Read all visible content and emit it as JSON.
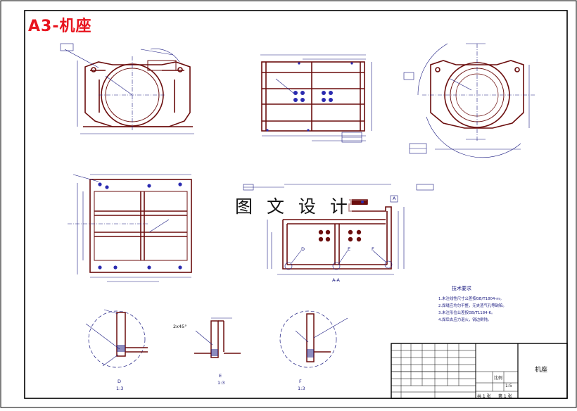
{
  "sheet": {
    "title": "A3-机座",
    "watermark": "图 文 设 计"
  },
  "views": {
    "section_aa": "A-A",
    "detail_d": "D",
    "detail_d_scale": "1:3",
    "detail_e": "E",
    "detail_e_scale": "1:3",
    "detail_f": "F",
    "detail_f_scale": "1:3",
    "cut_mark": "A"
  },
  "callouts": {
    "d": "D",
    "e": "E",
    "f": "F",
    "chamfer": "2x45°"
  },
  "notes": {
    "title": "技术要求",
    "items": [
      "1.未注线性尺寸公差按GB/T1804-m。",
      "2.焊缝应均匀平整，无夹渣气孔等缺陷。",
      "3.未注形位公差按GB/T1184-K。",
      "4.焊后去应力退火，锐边倒钝。"
    ]
  },
  "title_block": {
    "part_name": "机座",
    "scale_label": "比例",
    "scale_value": "1:5",
    "sheet_label": "共 1 张",
    "sheet_no": "第 1 张"
  },
  "colors": {
    "frame": "#000000",
    "part_line": "#6b0d0d",
    "dimension": "#1a1a80",
    "hatch": "#1a1a80",
    "title_red": "#e8141e"
  }
}
